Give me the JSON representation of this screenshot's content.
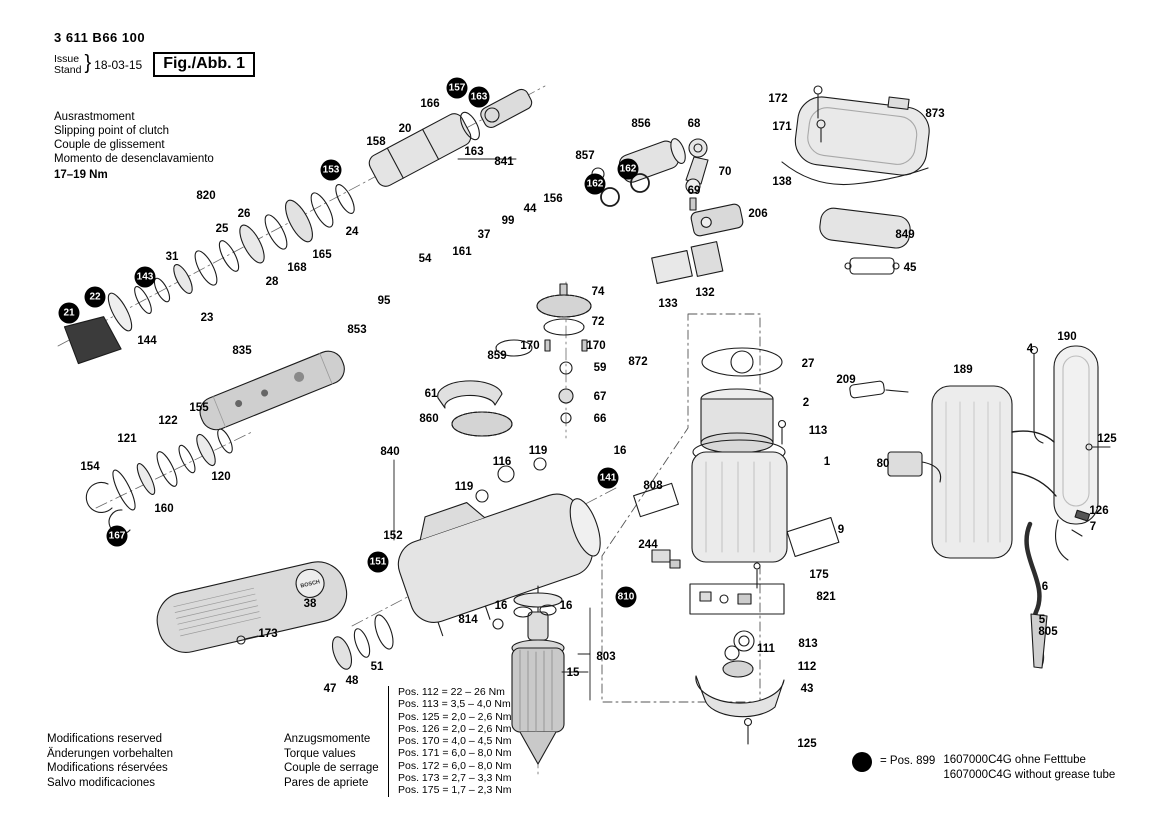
{
  "header": {
    "part_number": "3 611 B66 100",
    "issue_label": "Issue",
    "stand_label": "Stand",
    "brace": "}",
    "date": "18-03-15",
    "figure_label": "Fig./Abb. 1"
  },
  "clutch_note": {
    "lines": [
      "Ausrastmoment",
      "Slipping point of clutch",
      "Couple de glissement",
      "Momento de desenclavamiento"
    ],
    "torque": "17–19 Nm"
  },
  "mods_note": {
    "lines": [
      "Modifications reserved",
      "Änderungen vorbehalten",
      "Modifications réservées",
      "Salvo modificaciones"
    ]
  },
  "torque_note": {
    "lines": [
      "Anzugsmomente",
      "Torque values",
      "Couple de serrage",
      "Pares de apriete"
    ]
  },
  "torque_table": {
    "rows": [
      "Pos. 112 = 22 – 26 Nm",
      "Pos. 113 = 3,5 – 4,0 Nm",
      "Pos. 125 = 2,0 – 2,6 Nm",
      "Pos. 126 = 2,0 – 2,6 Nm",
      "Pos. 170 = 4,0 – 4,5 Nm",
      "Pos. 171 = 6,0 – 8,0 Nm",
      "Pos. 172 = 6,0 – 8,0 Nm",
      "Pos. 173 = 2,7 – 3,3 Nm",
      "Pos. 175 = 1,7 – 2,3 Nm"
    ]
  },
  "legend": {
    "eq": "= Pos. 899",
    "line1": "1607000C4G ohne Fetttube",
    "line2": "1607000C4G without grease tube"
  },
  "artwork": {
    "brand": "BOSCH"
  },
  "part_labels": [
    [
      "166",
      430,
      104,
      0
    ],
    [
      "157",
      457,
      88,
      1
    ],
    [
      "163",
      479,
      97,
      1
    ],
    [
      "20",
      405,
      129,
      0
    ],
    [
      "158",
      376,
      142,
      0
    ],
    [
      "163",
      474,
      152,
      0
    ],
    [
      "841",
      504,
      162,
      0
    ],
    [
      "153",
      331,
      170,
      1
    ],
    [
      "24",
      352,
      232,
      0
    ],
    [
      "820",
      206,
      196,
      0
    ],
    [
      "26",
      244,
      214,
      0
    ],
    [
      "25",
      222,
      229,
      0
    ],
    [
      "31",
      172,
      257,
      0
    ],
    [
      "143",
      145,
      277,
      1
    ],
    [
      "22",
      95,
      297,
      1
    ],
    [
      "21",
      69,
      313,
      1
    ],
    [
      "144",
      147,
      341,
      0
    ],
    [
      "23",
      207,
      318,
      0
    ],
    [
      "28",
      272,
      282,
      0
    ],
    [
      "168",
      297,
      268,
      0
    ],
    [
      "165",
      322,
      255,
      0
    ],
    [
      "835",
      242,
      351,
      0
    ],
    [
      "155",
      199,
      408,
      0
    ],
    [
      "122",
      168,
      421,
      0
    ],
    [
      "121",
      127,
      439,
      0
    ],
    [
      "154",
      90,
      467,
      0
    ],
    [
      "160",
      164,
      509,
      0
    ],
    [
      "120",
      221,
      477,
      0
    ],
    [
      "167",
      117,
      536,
      1
    ],
    [
      "54",
      425,
      259,
      0
    ],
    [
      "95",
      384,
      301,
      0
    ],
    [
      "853",
      357,
      330,
      0
    ],
    [
      "161",
      462,
      252,
      0
    ],
    [
      "37",
      484,
      235,
      0
    ],
    [
      "99",
      508,
      221,
      0
    ],
    [
      "44",
      530,
      209,
      0
    ],
    [
      "156",
      553,
      199,
      0
    ],
    [
      "859",
      497,
      356,
      0
    ],
    [
      "61",
      431,
      394,
      0
    ],
    [
      "860",
      429,
      419,
      0
    ],
    [
      "170",
      530,
      346,
      0
    ],
    [
      "170",
      596,
      346,
      0
    ],
    [
      "59",
      600,
      368,
      0
    ],
    [
      "67",
      600,
      397,
      0
    ],
    [
      "66",
      600,
      419,
      0
    ],
    [
      "74",
      598,
      292,
      0
    ],
    [
      "72",
      598,
      322,
      0
    ],
    [
      "872",
      638,
      362,
      0
    ],
    [
      "857",
      585,
      156,
      0
    ],
    [
      "856",
      641,
      124,
      0
    ],
    [
      "162",
      595,
      184,
      1
    ],
    [
      "162",
      628,
      169,
      1
    ],
    [
      "68",
      694,
      124,
      0
    ],
    [
      "69",
      694,
      191,
      0
    ],
    [
      "70",
      725,
      172,
      0
    ],
    [
      "206",
      758,
      214,
      0
    ],
    [
      "133",
      668,
      304,
      0
    ],
    [
      "132",
      705,
      293,
      0
    ],
    [
      "172",
      778,
      99,
      0
    ],
    [
      "171",
      782,
      127,
      0
    ],
    [
      "138",
      782,
      182,
      0
    ],
    [
      "873",
      935,
      114,
      0
    ],
    [
      "849",
      905,
      235,
      0
    ],
    [
      "45",
      910,
      268,
      0
    ],
    [
      "27",
      808,
      364,
      0
    ],
    [
      "2",
      806,
      403,
      0
    ],
    [
      "113",
      818,
      431,
      0
    ],
    [
      "1",
      827,
      462,
      0
    ],
    [
      "9",
      841,
      530,
      0
    ],
    [
      "808",
      653,
      486,
      0
    ],
    [
      "244",
      648,
      545,
      0
    ],
    [
      "810",
      626,
      597,
      1
    ],
    [
      "175",
      819,
      575,
      0
    ],
    [
      "821",
      826,
      597,
      0
    ],
    [
      "813",
      808,
      644,
      0
    ],
    [
      "111",
      766,
      649,
      0
    ],
    [
      "112",
      807,
      667,
      0
    ],
    [
      "43",
      807,
      689,
      0
    ],
    [
      "125",
      807,
      744,
      0
    ],
    [
      "209",
      846,
      380,
      0
    ],
    [
      "189",
      963,
      370,
      0
    ],
    [
      "4",
      1030,
      349,
      0
    ],
    [
      "190",
      1067,
      337,
      0
    ],
    [
      "80",
      883,
      464,
      0
    ],
    [
      "125",
      1107,
      439,
      0
    ],
    [
      "126",
      1099,
      511,
      0
    ],
    [
      "7",
      1093,
      527,
      0
    ],
    [
      "6",
      1045,
      587,
      0
    ],
    [
      "5",
      1042,
      620,
      0
    ],
    [
      "805",
      1048,
      632,
      0
    ],
    [
      "840",
      390,
      452,
      0
    ],
    [
      "116",
      502,
      462,
      0
    ],
    [
      "119",
      538,
      451,
      0
    ],
    [
      "119",
      464,
      487,
      0
    ],
    [
      "16",
      620,
      451,
      0
    ],
    [
      "141",
      608,
      478,
      1
    ],
    [
      "152",
      393,
      536,
      0
    ],
    [
      "151",
      378,
      562,
      1
    ],
    [
      "814",
      468,
      620,
      0
    ],
    [
      "16",
      501,
      606,
      0
    ],
    [
      "16",
      566,
      606,
      0
    ],
    [
      "15",
      573,
      673,
      0
    ],
    [
      "803",
      606,
      657,
      0
    ],
    [
      "38",
      310,
      604,
      0
    ],
    [
      "173",
      268,
      634,
      0
    ],
    [
      "47",
      330,
      689,
      0
    ],
    [
      "48",
      352,
      681,
      0
    ],
    [
      "51",
      377,
      667,
      0
    ]
  ]
}
